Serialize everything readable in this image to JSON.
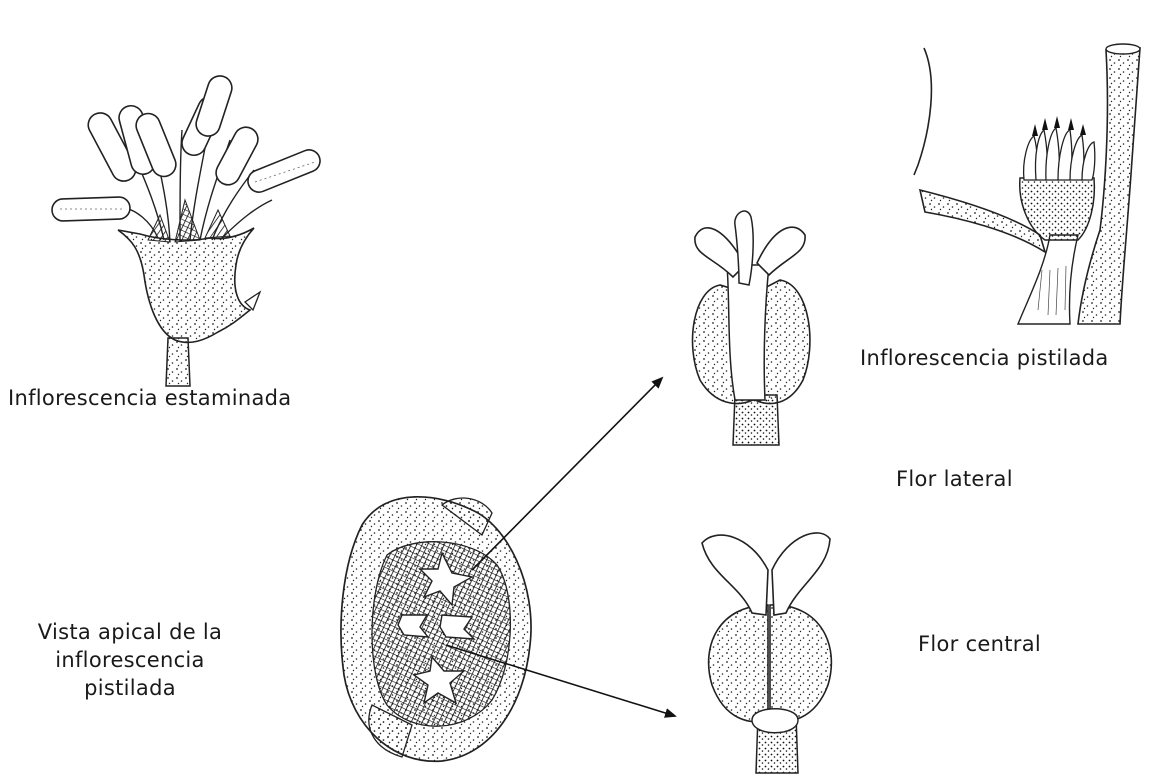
{
  "labels": {
    "staminate": "Inflorescencia estaminada",
    "pistillate": "Inflorescencia pistilada",
    "lateral_flower": "Flor lateral",
    "central_flower": "Flor central",
    "apical_view": [
      "Vista apical de la",
      "inflorescencia",
      "pistilada"
    ]
  },
  "colors": {
    "ink": "#1a1a1a",
    "paper": "#ffffff"
  }
}
